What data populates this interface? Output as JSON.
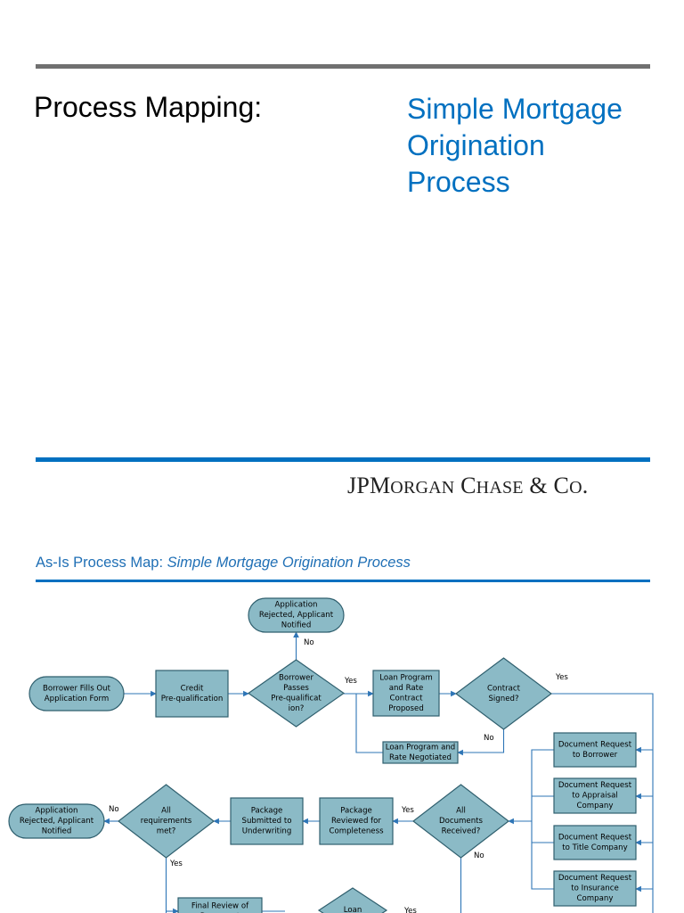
{
  "header": {
    "title_left": "Process Mapping:",
    "title_right_lines": [
      "Simple Mortgage",
      "Origination",
      "Process"
    ]
  },
  "logo": {
    "text": "JPMorgan Chase & Co.",
    "parts": [
      {
        "text": "JPM",
        "small": false
      },
      {
        "text": "ORGAN",
        "small": true
      },
      {
        "text": " C",
        "small": false
      },
      {
        "text": "HASE",
        "small": true
      },
      {
        "text": " & C",
        "small": false
      },
      {
        "text": "O",
        "small": true
      },
      {
        "text": ".",
        "small": false
      }
    ]
  },
  "map_title": {
    "prefix": "As-Is Process Map: ",
    "italic": "Simple Mortgage Origination Process"
  },
  "colors": {
    "accent_blue": "#0070c0",
    "rule_gray": "#707070",
    "shape_fill": "#8bbac6",
    "shape_stroke": "#2f5f6e",
    "connector": "#2e75b6"
  },
  "diagram": {
    "nodes": [
      {
        "id": "rejected_top",
        "shape": "terminator",
        "lines": [
          "Application",
          "Rejected, Applicant",
          "Notified"
        ]
      },
      {
        "id": "borrower_fills",
        "shape": "terminator",
        "lines": [
          "Borrower Fills Out",
          "Application Form"
        ]
      },
      {
        "id": "credit_prequal",
        "shape": "process",
        "lines": [
          "Credit",
          "Pre-qualification"
        ]
      },
      {
        "id": "passes_prequal",
        "shape": "decision",
        "lines": [
          "Borrower",
          "Passes",
          "Pre-qualificat",
          "ion?"
        ]
      },
      {
        "id": "loan_program_proposed",
        "shape": "process",
        "lines": [
          "Loan Program",
          "and Rate",
          "Contract",
          "Proposed"
        ]
      },
      {
        "id": "contract_signed",
        "shape": "decision",
        "lines": [
          "Contract",
          "Signed?"
        ]
      },
      {
        "id": "loan_program_negotiated",
        "shape": "process",
        "lines": [
          "Loan Program and",
          "Rate Negotiated"
        ]
      },
      {
        "id": "doc_req_borrower",
        "shape": "process",
        "lines": [
          "Document Request",
          "to Borrower"
        ]
      },
      {
        "id": "doc_req_appraisal",
        "shape": "process",
        "lines": [
          "Document Request",
          "to Appraisal",
          "Company"
        ]
      },
      {
        "id": "doc_req_title",
        "shape": "process",
        "lines": [
          "Document Request",
          "to Title Company"
        ]
      },
      {
        "id": "doc_req_insurance",
        "shape": "process",
        "lines": [
          "Document Request",
          "to Insurance",
          "Company"
        ]
      },
      {
        "id": "all_docs_received",
        "shape": "decision",
        "lines": [
          "All",
          "Documents",
          "Received?"
        ]
      },
      {
        "id": "package_reviewed",
        "shape": "process",
        "lines": [
          "Package",
          "Reviewed for",
          "Completeness"
        ]
      },
      {
        "id": "package_submitted",
        "shape": "process",
        "lines": [
          "Package",
          "Submitted to",
          "Underwriting"
        ]
      },
      {
        "id": "all_requirements",
        "shape": "decision",
        "lines": [
          "All",
          "requirements",
          "met?"
        ]
      },
      {
        "id": "rejected_left",
        "shape": "terminator",
        "lines": [
          "Application",
          "Rejected, Applicant",
          "Notified"
        ]
      },
      {
        "id": "final_review",
        "shape": "process",
        "lines": [
          "Final Review of",
          "Document"
        ]
      },
      {
        "id": "loan_decision",
        "shape": "decision",
        "lines": [
          "Loan"
        ]
      }
    ],
    "labels": {
      "no_top": "No",
      "yes_prequal": "Yes",
      "yes_contract": "Yes",
      "no_contract": "No",
      "yes_docs": "Yes",
      "no_docs": "No",
      "no_requirements": "No",
      "yes_requirements": "Yes",
      "yes_loan": "Yes"
    }
  }
}
